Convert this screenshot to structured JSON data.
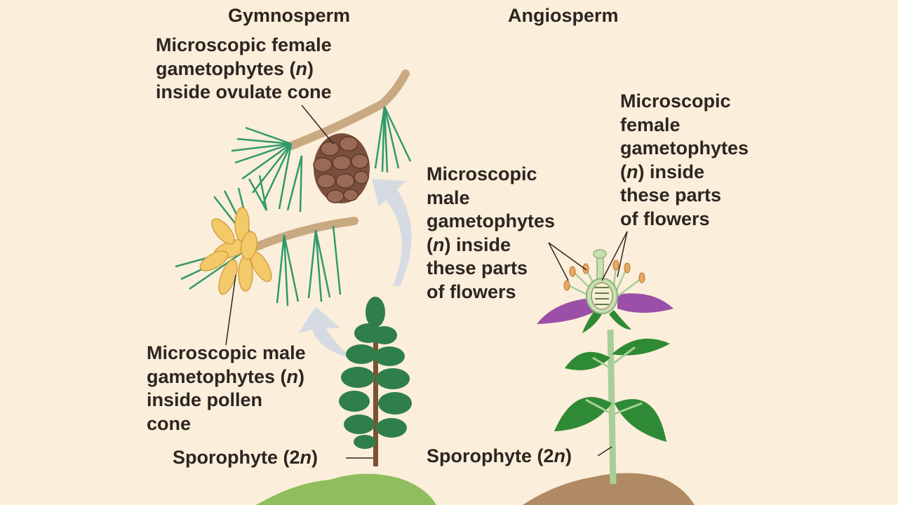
{
  "diagram": {
    "columns": {
      "gymnosperm": "Gymnosperm",
      "angiosperm": "Angiosperm"
    },
    "labels": {
      "gym_female": [
        "Microscopic female",
        "gametophytes (",
        "n",
        ")",
        "inside ovulate cone"
      ],
      "gym_male": [
        "Microscopic male",
        "gametophytes (",
        "n",
        ")",
        "inside pollen",
        "cone"
      ],
      "gym_sporophyte": [
        "Sporophyte (2",
        "n",
        ")"
      ],
      "ang_male": [
        "Microscopic",
        "male",
        "gametophytes",
        "(",
        "n",
        ") inside",
        "these parts",
        "of flowers"
      ],
      "ang_female": [
        "Microscopic",
        "female",
        "gametophytes",
        "(",
        "n",
        ") inside",
        "these parts",
        "of flowers"
      ],
      "ang_sporophyte": [
        "Sporophyte (2",
        "n",
        ")"
      ]
    },
    "colors": {
      "background": "#fbeeda",
      "text": "#2c2622",
      "needles": "#2f9a69",
      "cone": "#7a4f3d",
      "pollen_cone": "#f3c96a",
      "petal": "#9b4fa8",
      "leaf": "#2e8a34",
      "stem": "#a9cf98",
      "arrow": "#d6dbe3",
      "ground_green": "#8fbe5e",
      "ground_soil": "#b08a62"
    }
  }
}
